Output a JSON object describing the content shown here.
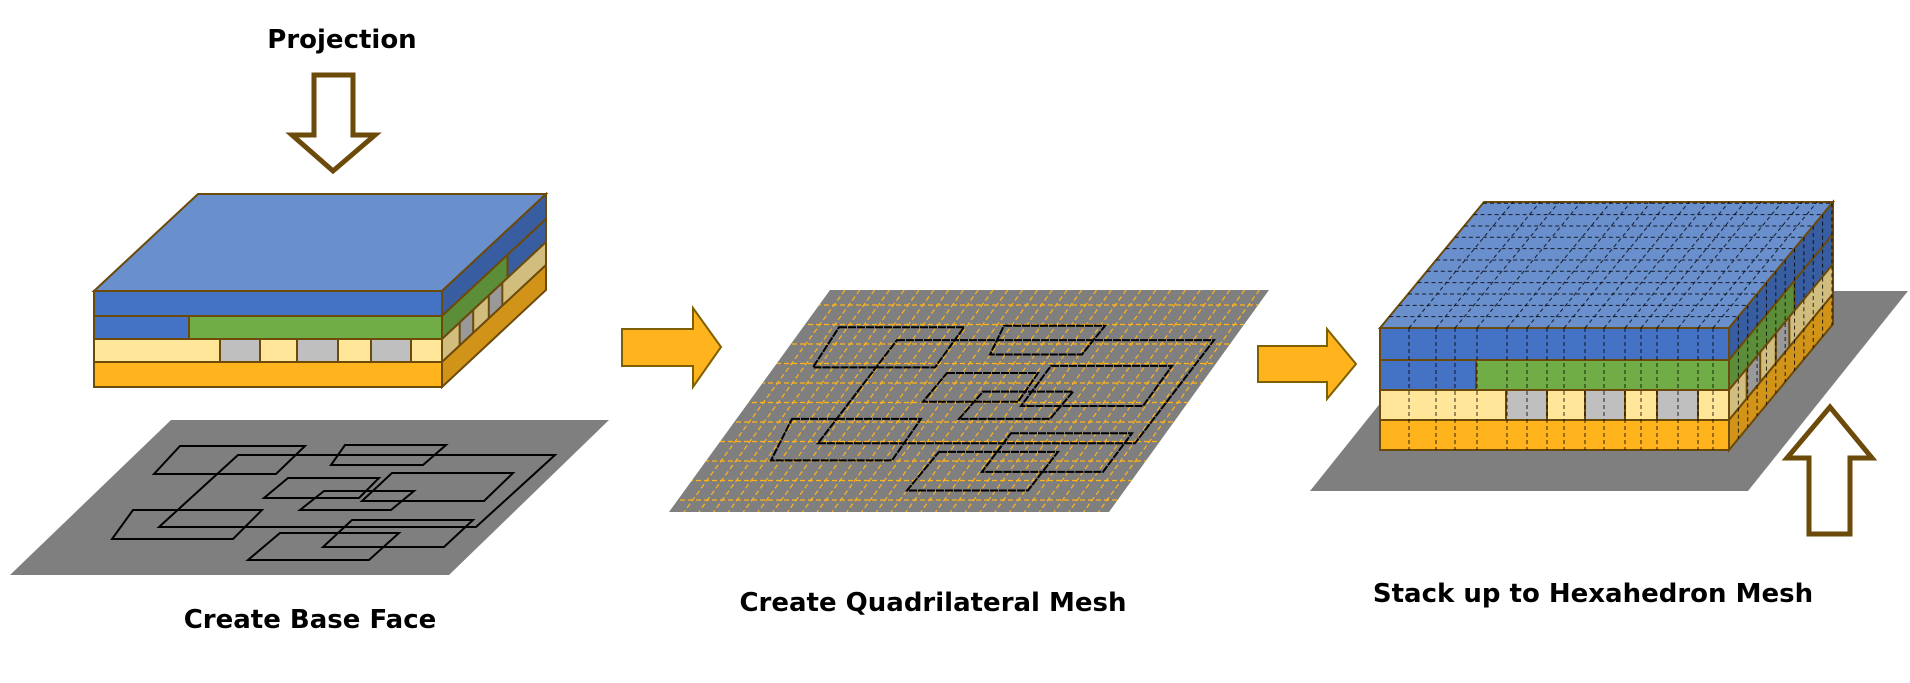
{
  "labels": {
    "projection": "Projection",
    "base_face": "Create Base Face",
    "quad_mesh": "Create Quadrilateral Mesh",
    "hex_mesh": "Stack up to Hexahedron Mesh"
  },
  "colors": {
    "top_blue": "#6a8fcd",
    "blue": "#4472c4",
    "green": "#70ad47",
    "light_yellow": "#ffe699",
    "gray": "#bfbfbf",
    "orange": "#ffb41e",
    "outline": "#6b4a0a",
    "plane": "#7f7f7f",
    "mesh_line": "#ffb41e"
  }
}
